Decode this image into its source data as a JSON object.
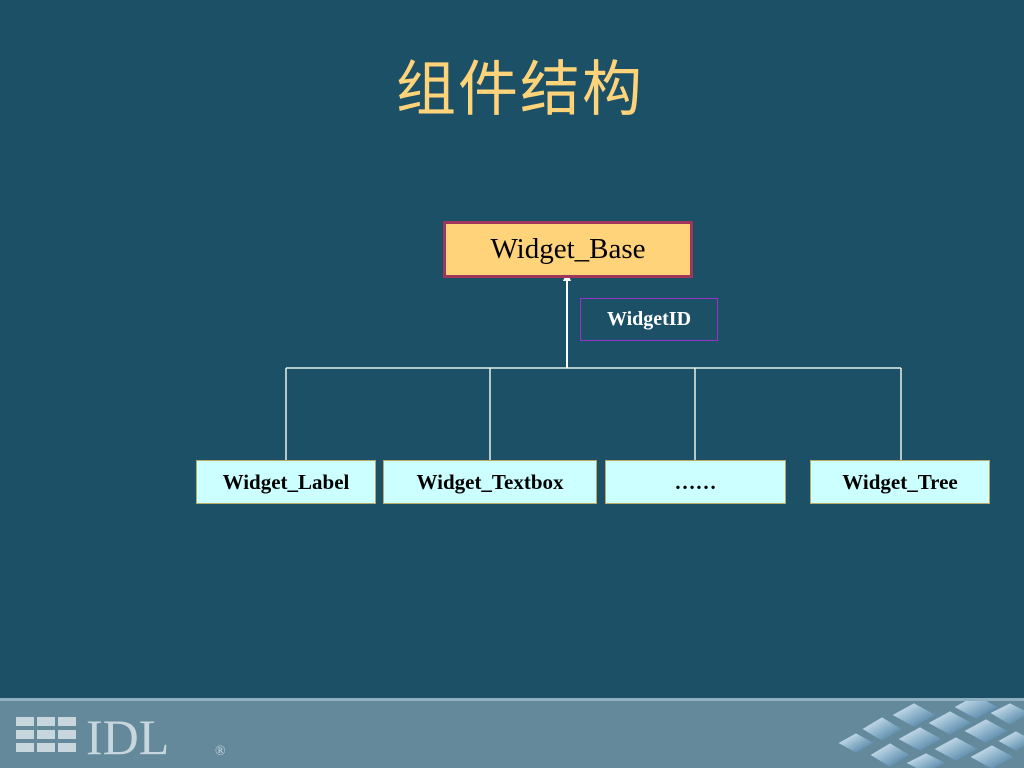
{
  "title": "组件结构",
  "diagram": {
    "root": "Widget_Base",
    "edge_label": "WidgetID",
    "children": [
      "Widget_Label",
      "Widget_Textbox",
      "……",
      "Widget_Tree"
    ]
  },
  "footer": {
    "logo_text": "IDL",
    "logo_mark": "®"
  },
  "colors": {
    "background": "#1c5066",
    "title": "#ffd37a",
    "root_fill": "#ffd37a",
    "root_border": "#a0365a",
    "child_fill": "#ccffff",
    "label_border": "#9933cc",
    "connector": "#ffffff",
    "footer": "#64899b"
  }
}
